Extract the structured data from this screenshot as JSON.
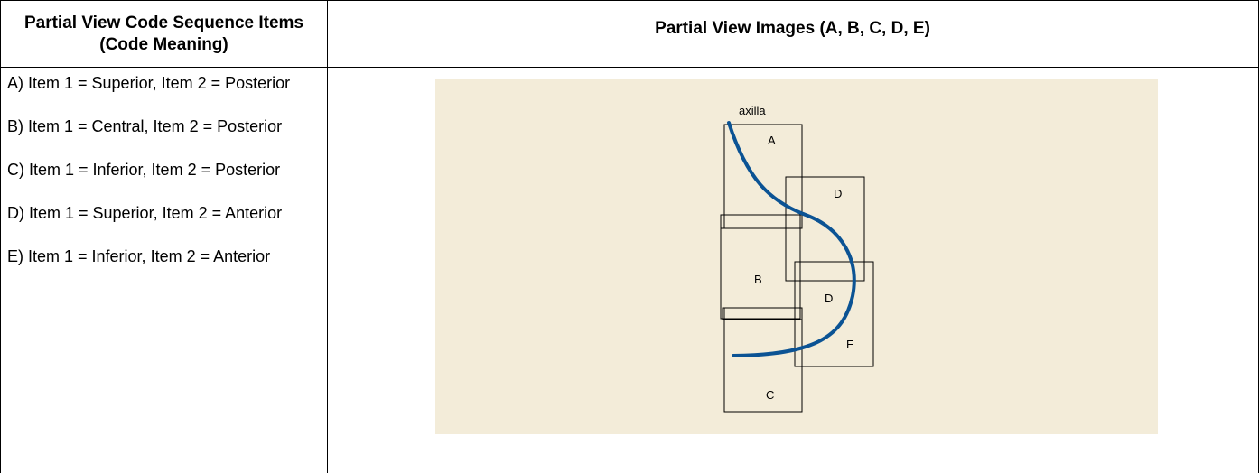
{
  "table": {
    "header_left": "Partial View Code Sequence Items (Code Meaning)",
    "header_right": "Partial View Images (A, B, C, D, E)",
    "items": [
      "A) Item 1 = Superior, Item 2 = Posterior",
      "B) Item 1 = Central, Item 2 = Posterior",
      "C) Item 1 = Inferior, Item 2 = Posterior",
      "D) Item 1 = Superior, Item 2 = Anterior",
      "E) Item 1 = Inferior, Item 2 = Anterior"
    ]
  },
  "figure": {
    "background_color": "#f3ecd9",
    "curve_color": "#0b5394",
    "label_axilla": "axilla",
    "label_a": "A",
    "label_b": "B",
    "label_c": "C",
    "label_d_upper": "D",
    "label_d_lower": "D",
    "label_e": "E"
  }
}
